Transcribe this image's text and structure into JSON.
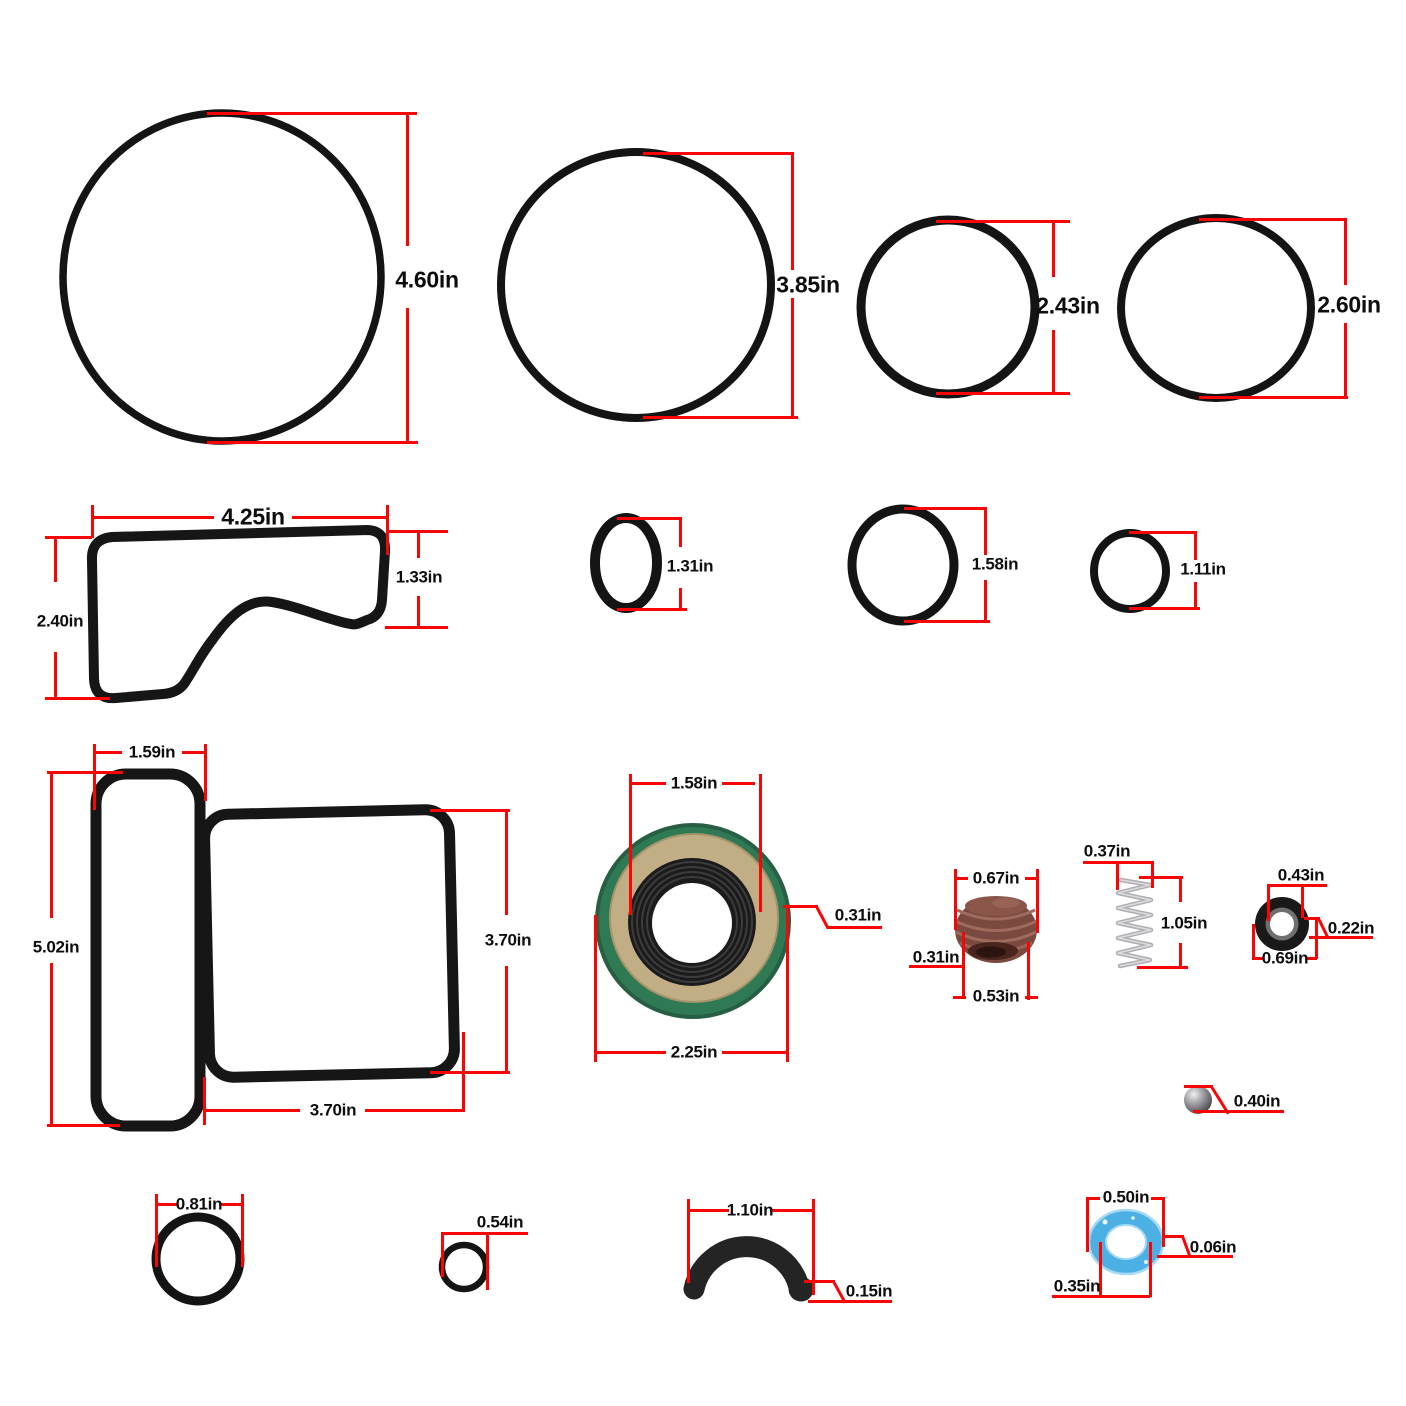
{
  "unit": "in",
  "colors": {
    "background": "#ffffff",
    "dimension_red": "#f80505",
    "rubber_black": "#161616",
    "seal_case_green": "#2f7a55",
    "seal_face_tan": "#c2ae85",
    "plug_brown": "#7a4a40",
    "spring_silver": "#b3b3b8",
    "steel_ball_gray": "#9a9aa0",
    "washer_blue": "#4cb0e4"
  },
  "parts": [
    {
      "name": "large o-ring",
      "type": "o-ring",
      "dims": {
        "diameter": "4.60in"
      }
    },
    {
      "name": "large o-ring",
      "type": "o-ring",
      "dims": {
        "diameter": "3.85in"
      }
    },
    {
      "name": "medium o-ring",
      "type": "o-ring",
      "dims": {
        "diameter": "2.43in"
      }
    },
    {
      "name": "medium o-ring",
      "type": "o-ring",
      "dims": {
        "diameter": "2.60in"
      }
    },
    {
      "name": "cover gasket",
      "type": "gasket",
      "dims": {
        "width": "4.25in",
        "right_height": "1.33in",
        "left_height": "2.40in"
      }
    },
    {
      "name": "small o-ring",
      "type": "o-ring",
      "dims": {
        "diameter": "1.31in"
      }
    },
    {
      "name": "small o-ring",
      "type": "o-ring",
      "dims": {
        "diameter": "1.58in"
      }
    },
    {
      "name": "small o-ring",
      "type": "o-ring",
      "dims": {
        "diameter": "1.11in"
      }
    },
    {
      "name": "pan gasket",
      "type": "gasket",
      "dims": {
        "top_width": "1.59in",
        "left_height": "5.02in",
        "right_height": "3.70in",
        "bottom_width": "3.70in"
      }
    },
    {
      "name": "oil seal",
      "type": "shaft seal",
      "dims": {
        "inner_diameter": "1.58in",
        "thickness": "0.31in",
        "outer_diameter": "2.25in"
      }
    },
    {
      "name": "threaded plug",
      "type": "pipe plug",
      "dims": {
        "top_diameter": "0.67in",
        "height": "0.31in",
        "bottom_diameter": "0.53in"
      }
    },
    {
      "name": "coil spring",
      "type": "spring",
      "dims": {
        "diameter": "0.37in",
        "length": "1.05in"
      }
    },
    {
      "name": "small seal",
      "type": "seal",
      "dims": {
        "inner_diameter": "0.43in",
        "thickness": "0.22in",
        "outer_diameter": "0.69in"
      }
    },
    {
      "name": "check ball",
      "type": "steel ball",
      "dims": {
        "diameter": "0.40in"
      }
    },
    {
      "name": "small o-ring",
      "type": "o-ring",
      "dims": {
        "diameter": "0.81in"
      }
    },
    {
      "name": "mini o-ring",
      "type": "o-ring",
      "dims": {
        "diameter": "0.54in"
      }
    },
    {
      "name": "crescent seal",
      "type": "half-ring",
      "dims": {
        "width": "1.10in",
        "thickness": "0.15in"
      }
    },
    {
      "name": "thrust washer",
      "type": "washer",
      "dims": {
        "outer_diameter": "0.50in",
        "thickness": "0.06in",
        "inner_diameter": "0.35in"
      }
    }
  ]
}
